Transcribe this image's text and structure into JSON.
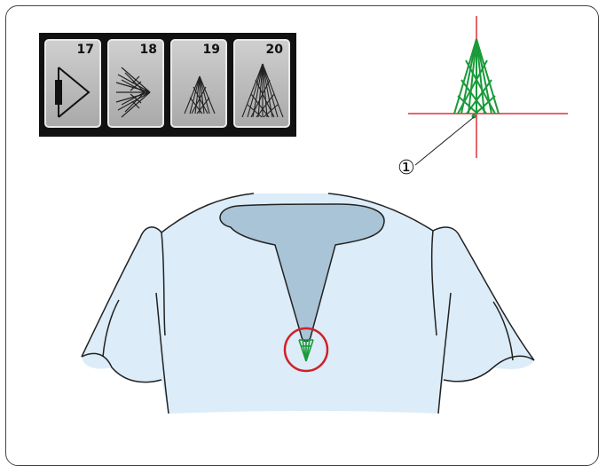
{
  "stitch_buttons": [
    {
      "number": "17",
      "icon": "bar-tack-triangle-icon"
    },
    {
      "number": "18",
      "icon": "fan-tack-icon"
    },
    {
      "number": "19",
      "icon": "small-arrowhead-tack-icon"
    },
    {
      "number": "20",
      "icon": "large-arrowhead-tack-icon"
    }
  ],
  "callout_label": "①",
  "colors": {
    "stitch_green": "#1a9a3a",
    "axis_red": "#e0303a",
    "shirt_fill": "#dcecf8",
    "neck_fill": "#a9c4d6",
    "highlight_circle": "#d0202a"
  }
}
